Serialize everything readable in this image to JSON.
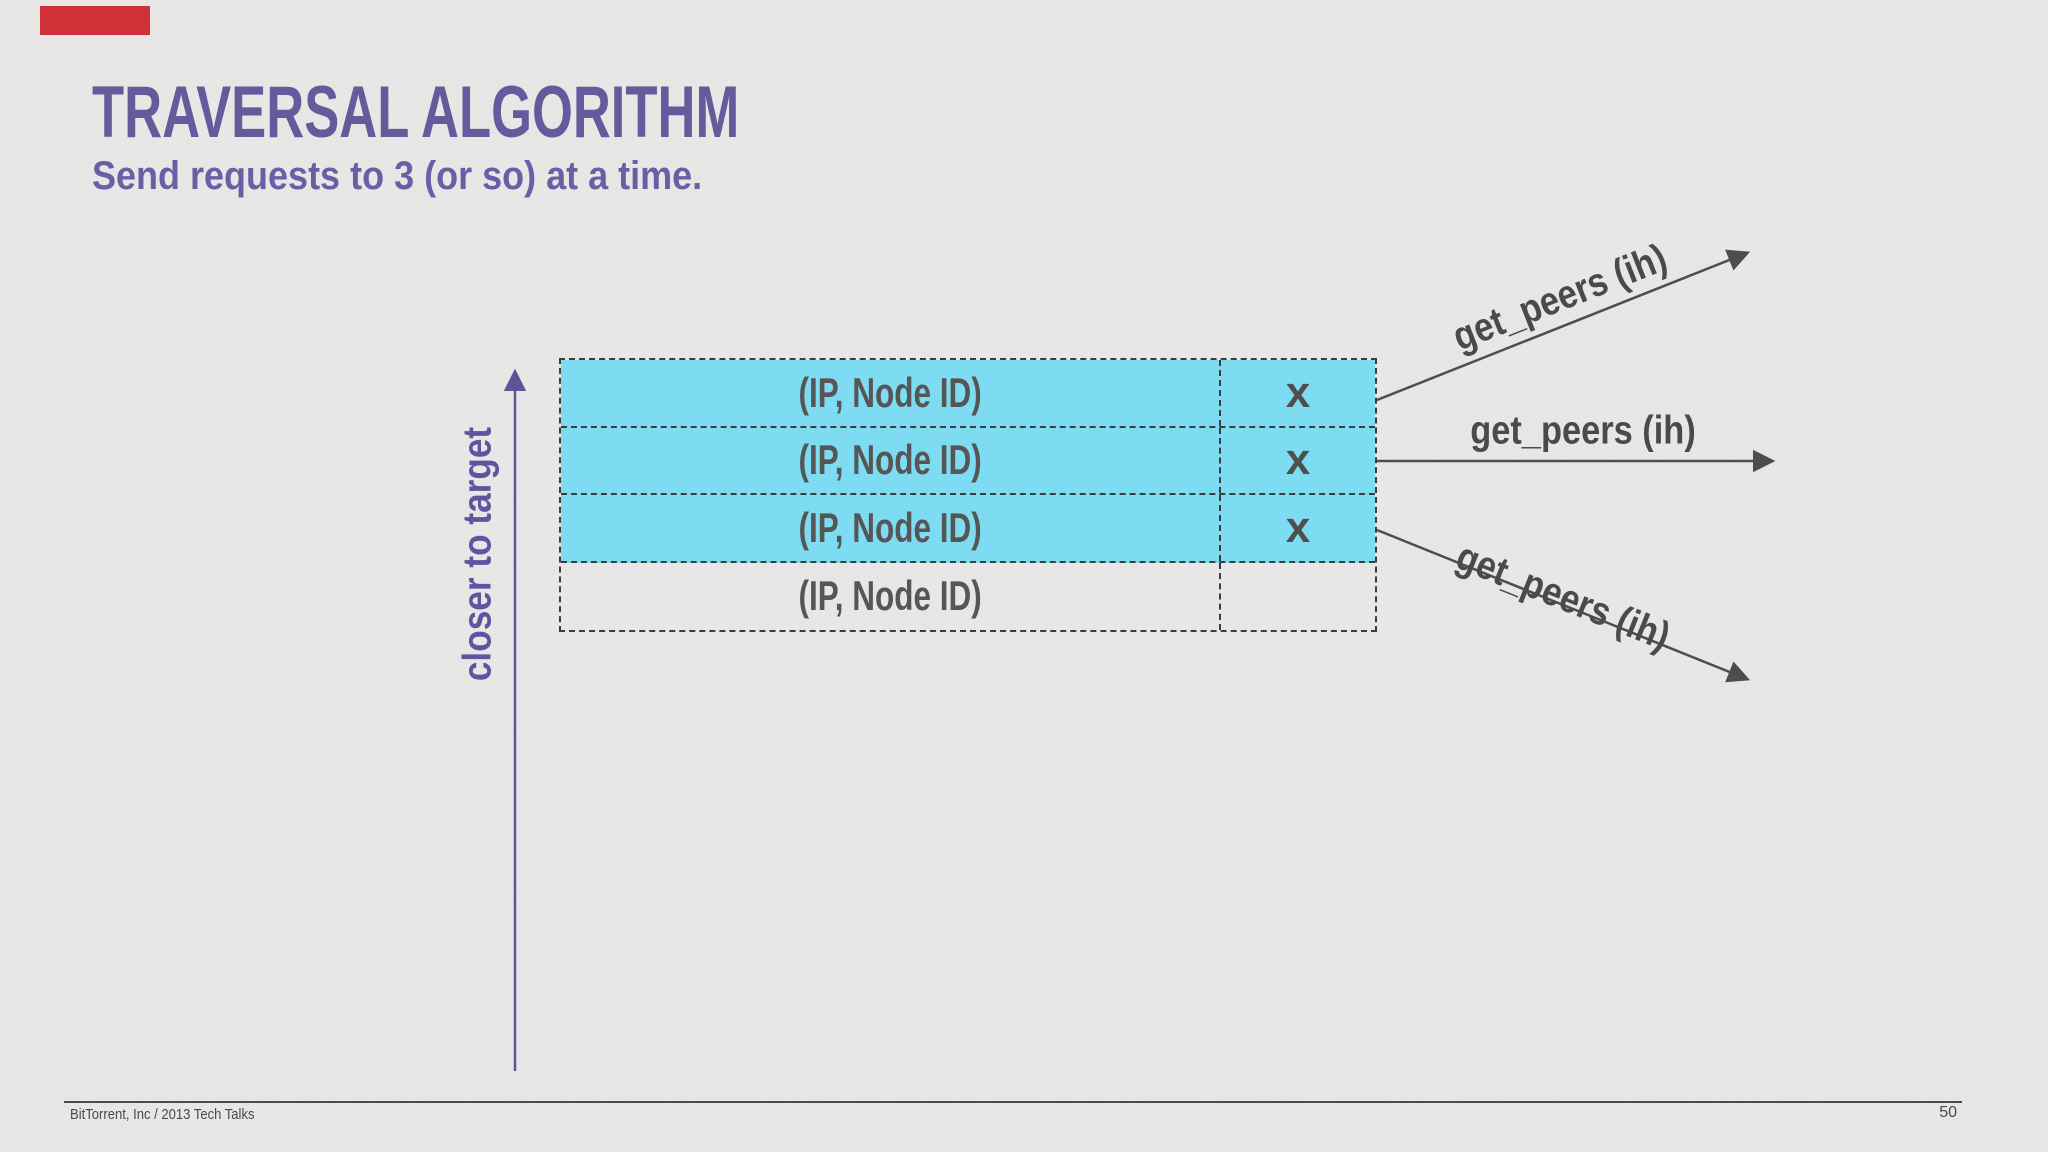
{
  "slide": {
    "title": "TRAVERSAL ALGORITHM",
    "subtitle": "Send requests to 3 (or so) at a time.",
    "axis_label": "closer to target",
    "table": {
      "rows": [
        {
          "label": "(IP, Node ID)",
          "mark": "x"
        },
        {
          "label": "(IP, Node ID)",
          "mark": "x"
        },
        {
          "label": "(IP, Node ID)",
          "mark": "x"
        },
        {
          "label": "(IP, Node ID)",
          "mark": ""
        }
      ]
    },
    "arrows": {
      "top_label": "get_peers (ih)",
      "middle_label": "get_peers (ih)",
      "bottom_label": "get_peers (ih)"
    },
    "footer": {
      "left": "BitTorrent, Inc / 2013 Tech Talks",
      "page_number": "50"
    },
    "colors": {
      "background": "#e9e8e6",
      "accent_purple": "#665a9d",
      "highlight_cyan": "#7edcf2",
      "arrow_gray": "#4d4d4d",
      "red_tab": "#d03038"
    }
  }
}
